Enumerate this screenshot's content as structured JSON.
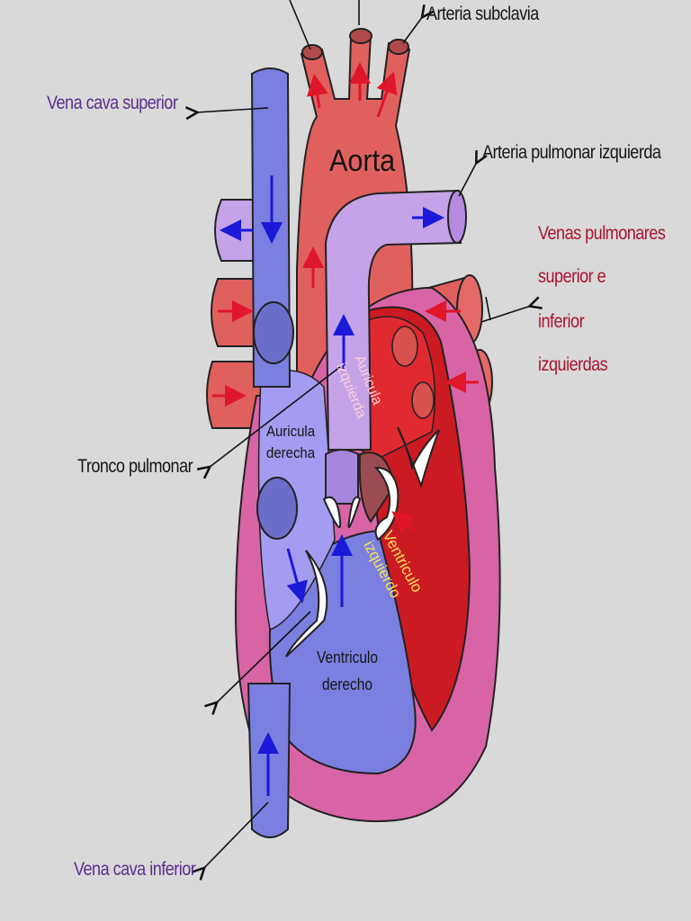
{
  "labels": {
    "arteria_subclavia": "Arteria subclavia",
    "vena_cava_superior": "Vena cava superior",
    "arteria_pulmonar_izquierda": "Arteria pulmonar izquierda",
    "venas_pulmonares": [
      "Venas pulmonares",
      "superior e",
      "inferior",
      "izquierdas"
    ],
    "tronco_pulmonar": "Tronco pulmonar",
    "vena_cava_inferior": "Vena cava inferior"
  },
  "inner_labels": {
    "aorta": "Aorta",
    "auricula_derecha": [
      "Auricula",
      "derecha"
    ],
    "auricula_izquierda": [
      "Auricula",
      "izquierda"
    ],
    "ventriculo_izquierdo": [
      "Ventriculo",
      "izquierdo"
    ],
    "ventriculo_derecho": [
      "Ventriculo",
      "derecho"
    ]
  },
  "colors": {
    "background": "#d9d9d9",
    "oxygenated_red": "#e0605e",
    "deoxygenated_blue": "#7b7fe0",
    "pulmonary_lilac": "#c4a3e8",
    "pericardium_pink": "#d864a6",
    "left_heart_dark_red": "#cc1a22",
    "left_label_yellow": "#f6e35a"
  }
}
